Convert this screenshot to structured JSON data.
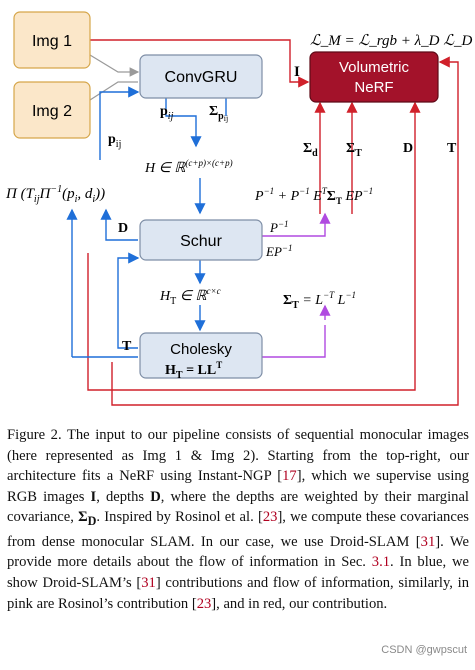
{
  "figure": {
    "boxes": {
      "img1": "Img 1",
      "img2": "Img 2",
      "convgru": "ConvGRU",
      "schur": "Schur",
      "cholesky": "Cholesky",
      "nerf_line1": "Volumetric",
      "nerf_line2": "NeRF"
    },
    "labels": {
      "loss": "ℒ_M = ℒ_rgb + λ_D ℒ_D",
      "I": "I",
      "pij_top": "p",
      "pij_sub": "ij",
      "sigma_p_top": "Σ",
      "sigma_p_sub": "p",
      "sigma_p_subsub": "ij",
      "pij_left": "p",
      "pij_left_sub": "ij",
      "hessian": "H ∈ ℝ",
      "hessian_sup": "(c+p)×(c+p)",
      "proj": "Π (T",
      "proj_ij": "ij",
      "proj_mid": "Π",
      "proj_sup": "−1",
      "proj_args": "(p",
      "proj_i": "i",
      "proj_d": ", d",
      "proj_di": "i",
      "proj_end": "))",
      "D_left": "D",
      "sigma_d": "Σ",
      "sigma_d_sub": "d",
      "sigma_t": "Σ",
      "sigma_t_sub": "T",
      "D_right": "D",
      "T_right": "T",
      "P_expr": "P",
      "P_expr_rest": " + P",
      "P_expr_E": " E",
      "P_expr_sigma": "Σ",
      "P_expr_T": "T",
      "P_expr_end": " EP",
      "P_inv_small": "P",
      "EP_small": "EP",
      "HT": "H",
      "HT_sub": "T",
      "HT_rest": " ∈ ℝ",
      "HT_sup": "c×c",
      "sigmaT_eq": "Σ",
      "sigmaT_eq_sub": "T",
      "sigmaT_eq_rest": " = L",
      "sigmaT_eq_L": " L",
      "T_left": "T",
      "HT_LL": "H",
      "HT_LL_sub": "T",
      "HT_LL_rest": " = LL",
      "HT_LL_sup": "T",
      "sup_minus1": "−1",
      "sup_T": "T",
      "sup_minusT": "−T"
    },
    "colors": {
      "blue": "#1f6fd8",
      "red": "#d0202a",
      "purple": "#b04ae0",
      "nerf_fill": "#a3122a",
      "img_fill": "#fbe7c9",
      "img_border": "#d6a64a",
      "box_fill": "#dde6f2",
      "box_border": "#7e8ea6",
      "gray": "#9a9a9a"
    }
  },
  "caption": {
    "p1": "Figure 2. The input to our pipeline consists of sequential monocular images (here represented as Img 1 & Img 2). Starting from the top-right, our architecture fits a NeRF using Instant-NGP [",
    "c17": "17",
    "p2": "], which we supervise using RGB images ",
    "I": "I",
    "p3": ", depths ",
    "D": "D",
    "p4": ", where the depths  are weighted by their marginal covariance, ",
    "sigmaD": "Σ",
    "sigmaD_sub": "D",
    "p5": ". Inspired by Rosinol et al. [",
    "c23a": "23",
    "p6": "], we compute these covariances from dense monocular SLAM. In our case, we use Droid-SLAM [",
    "c31a": "31",
    "p7": "]. We provide more details about the flow of information in Sec. ",
    "sec": "3.1",
    "p8": ". In blue, we show Droid-SLAM’s [",
    "c31b": "31",
    "p9": "] contributions and flow of information, similarly, in pink are Rosinol’s contribution [",
    "c23b": "23",
    "p10": "], and in red, our contribution."
  },
  "watermark": "CSDN @gwpscut"
}
